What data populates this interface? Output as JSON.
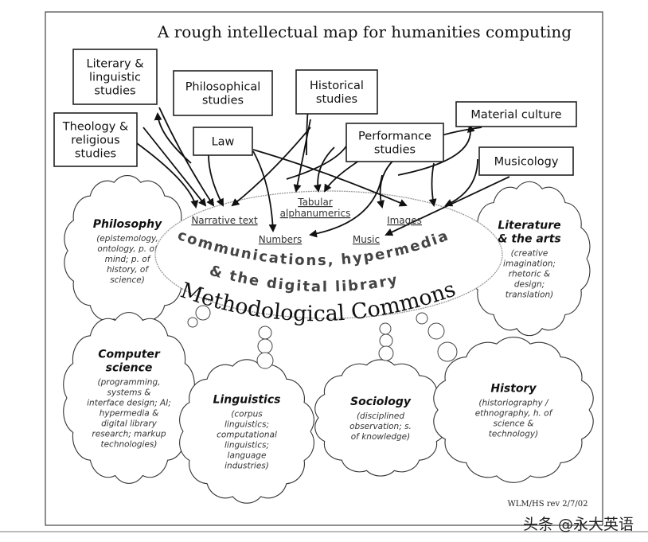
{
  "title": "A rough intellectual map for humanities computing",
  "disciplines": [
    {
      "id": "literary",
      "lines": [
        "Literary &",
        "linguistic",
        "studies"
      ]
    },
    {
      "id": "philosophical",
      "lines": [
        "Philosophical",
        "studies"
      ]
    },
    {
      "id": "historical",
      "lines": [
        "Historical",
        "studies"
      ]
    },
    {
      "id": "theology",
      "lines": [
        "Theology &",
        "religious",
        "studies"
      ]
    },
    {
      "id": "law",
      "lines": [
        "Law"
      ]
    },
    {
      "id": "performance",
      "lines": [
        "Performance",
        "studies"
      ]
    },
    {
      "id": "material",
      "lines": [
        "Material culture"
      ]
    },
    {
      "id": "musicology",
      "lines": [
        "Musicology"
      ]
    }
  ],
  "commons": {
    "data_types": {
      "narrative_text": "Narrative text",
      "tabular_1": "Tabular",
      "tabular_2": "alphanumerics",
      "images": "Images",
      "numbers": "Numbers",
      "music": "Music"
    },
    "arc_1": "communications, hypermedia",
    "arc_2": "& the digital library",
    "name": "Methodological Commons"
  },
  "clouds": [
    {
      "id": "philosophy",
      "title": [
        "Philosophy"
      ],
      "sub": [
        "(epistemology,",
        "ontology, p. of",
        "mind; p. of",
        "history, of",
        "science)"
      ]
    },
    {
      "id": "literature",
      "title": [
        "Literature",
        "& the arts"
      ],
      "sub": [
        "(creative",
        "imagination;",
        "rhetoric &",
        "design;",
        "translation)"
      ]
    },
    {
      "id": "computer",
      "title": [
        "Computer",
        "science"
      ],
      "sub": [
        "(programming,",
        "systems &",
        "interface design; AI;",
        "hypermedia &",
        "digital library",
        "research; markup",
        "technologies)"
      ]
    },
    {
      "id": "linguistics",
      "title": [
        "Linguistics"
      ],
      "sub": [
        "(corpus",
        "linguistics;",
        "computational",
        "linguistics;",
        "language",
        "industries)"
      ]
    },
    {
      "id": "sociology",
      "title": [
        "Sociology"
      ],
      "sub": [
        "(disciplined",
        "observation; s.",
        "of knowledge)"
      ]
    },
    {
      "id": "history",
      "title": [
        "History"
      ],
      "sub": [
        "(historiography /",
        "ethnography, h. of",
        "science &",
        "technology)"
      ]
    }
  ],
  "credit": "WLM/HS rev 2/7/02",
  "watermark": "头条 @永大英语"
}
